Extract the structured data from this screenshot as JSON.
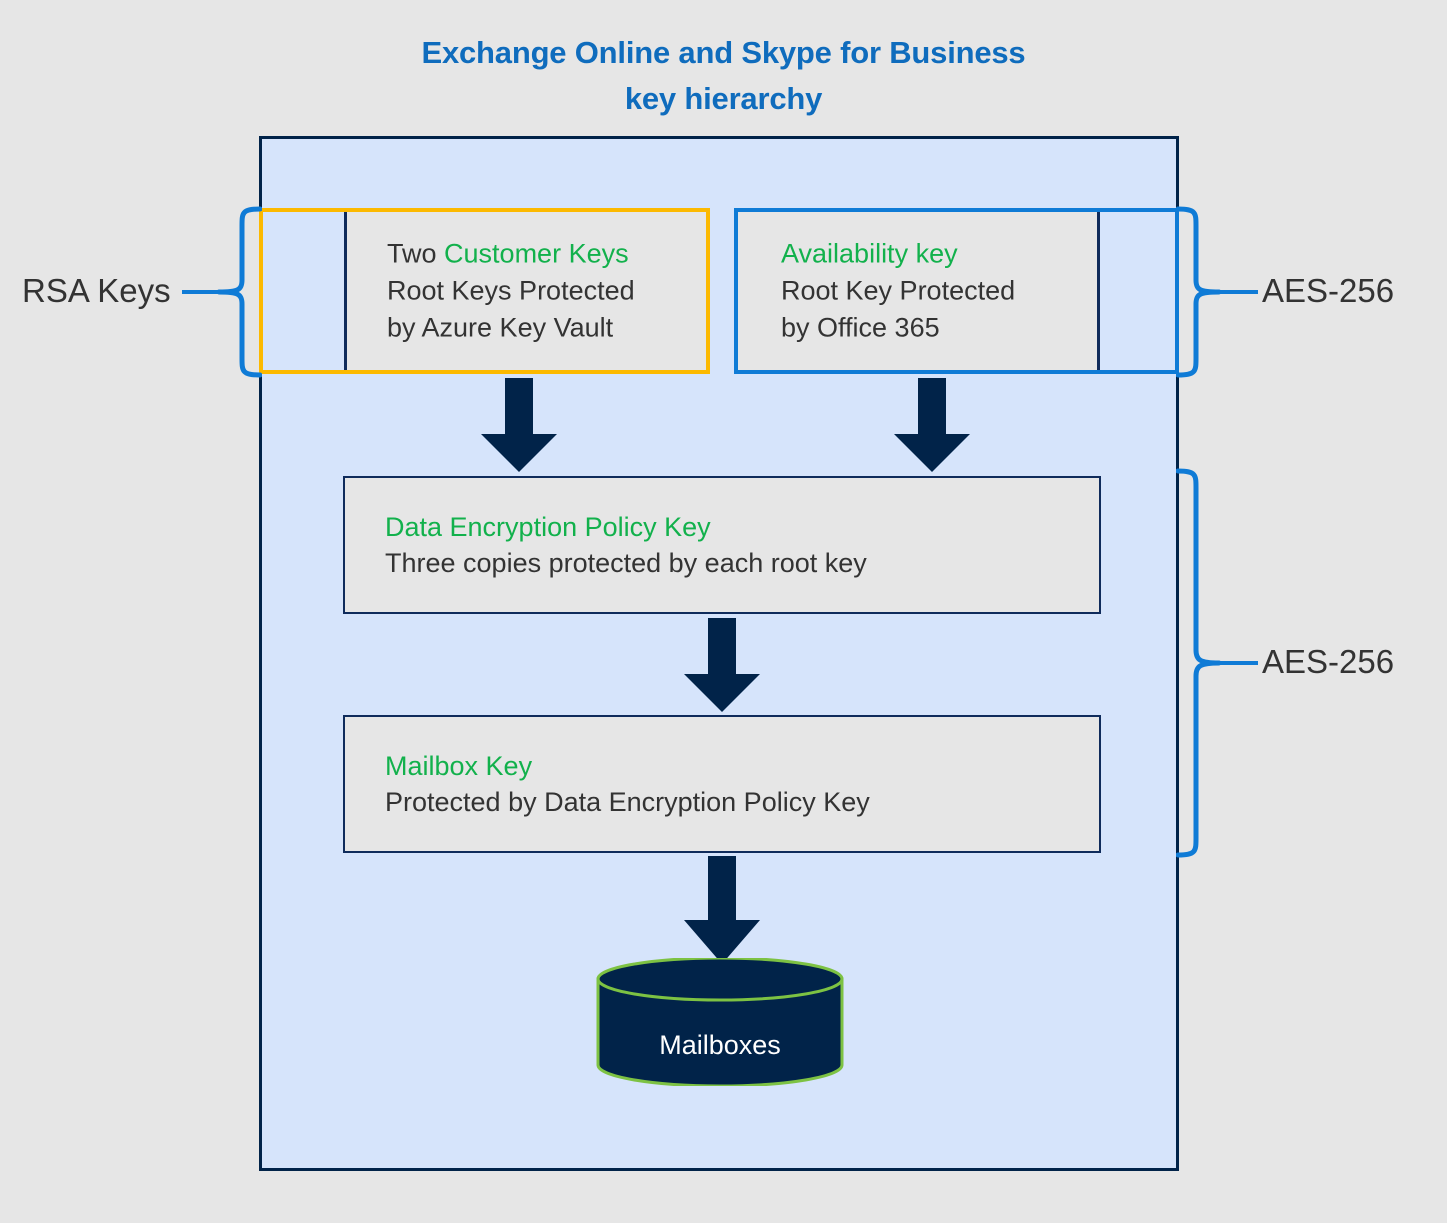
{
  "title": {
    "line1": "Exchange Online and Skype for Business",
    "line2": "key hierarchy",
    "color": "#0F6CBD"
  },
  "colors": {
    "page_background": "#E6E6E6",
    "container_fill": "#D6E4FB",
    "container_border": "#012349",
    "box_fill": "#E6E6E6",
    "box_border": "#0F2B5B",
    "accent_green": "#12B14C",
    "accent_blue": "#0F7BD6",
    "accent_yellow": "#FCB900",
    "arrow_navy": "#012349",
    "cylinder_fill": "#012349",
    "cylinder_outline": "#7DC243",
    "text_dark": "#333333",
    "text_white": "#FFFFFF"
  },
  "boxes": {
    "customer_keys": {
      "heading": "Customer Keys",
      "prefix": "Two ",
      "line2": "Root Keys Protected",
      "line3": "by Azure Key Vault"
    },
    "availability_key": {
      "heading": "Availability key",
      "line2": "Root Key Protected",
      "line3": "by Office 365"
    },
    "data_encryption_policy_key": {
      "heading": "Data Encryption Policy Key",
      "line2": "Three copies protected by each root key"
    },
    "mailbox_key": {
      "heading": "Mailbox Key",
      "line2": "Protected by Data Encryption Policy Key"
    }
  },
  "database": {
    "label": "Mailboxes"
  },
  "annotations": {
    "rsa_keys": "RSA Keys",
    "aes_top": "AES-256",
    "aes_bottom": "AES-256"
  }
}
